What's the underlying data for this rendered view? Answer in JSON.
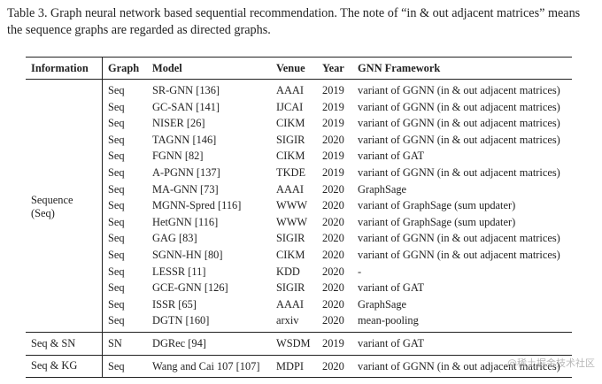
{
  "caption": "Table 3.  Graph neural network based sequential recommendation. The note of “in & out adjacent matrices” means the sequence graphs are regarded as directed graphs.",
  "headers": {
    "information": "Information",
    "graph": "Graph",
    "model": "Model",
    "venue": "Venue",
    "year": "Year",
    "framework": "GNN Framework"
  },
  "groups": [
    {
      "info_line1": "Sequence",
      "info_line2": "(Seq)",
      "rows": [
        {
          "graph": "Seq",
          "model": "SR-GNN [136]",
          "venue": "AAAI",
          "year": "2019",
          "framework": "variant of GGNN (in & out adjacent matrices)"
        },
        {
          "graph": "Seq",
          "model": "GC-SAN [141]",
          "venue": "IJCAI",
          "year": "2019",
          "framework": "variant of GGNN (in & out adjacent matrices)"
        },
        {
          "graph": "Seq",
          "model": "NISER [26]",
          "venue": "CIKM",
          "year": "2019",
          "framework": "variant of GGNN (in & out adjacent matrices)"
        },
        {
          "graph": "Seq",
          "model": "TAGNN [146]",
          "venue": "SIGIR",
          "year": "2020",
          "framework": "variant of GGNN (in & out adjacent matrices)"
        },
        {
          "graph": "Seq",
          "model": "FGNN [82]",
          "venue": "CIKM",
          "year": "2019",
          "framework": "variant of GAT"
        },
        {
          "graph": "Seq",
          "model": "A-PGNN [137]",
          "venue": "TKDE",
          "year": "2019",
          "framework": "variant of GGNN (in & out adjacent matrices)"
        },
        {
          "graph": "Seq",
          "model": "MA-GNN [73]",
          "venue": "AAAI",
          "year": "2020",
          "framework": "GraphSage"
        },
        {
          "graph": "Seq",
          "model": "MGNN-Spred [116]",
          "venue": "WWW",
          "year": "2020",
          "framework": "variant of GraphSage (sum updater)"
        },
        {
          "graph": "Seq",
          "model": "HetGNN [116]",
          "venue": "WWW",
          "year": "2020",
          "framework": "variant of GraphSage (sum updater)"
        },
        {
          "graph": "Seq",
          "model": "GAG [83]",
          "venue": "SIGIR",
          "year": "2020",
          "framework": "variant of GGNN (in & out adjacent matrices)"
        },
        {
          "graph": "Seq",
          "model": "SGNN-HN [80]",
          "venue": "CIKM",
          "year": "2020",
          "framework": "variant of GGNN (in & out adjacent matrices)"
        },
        {
          "graph": "Seq",
          "model": "LESSR [11]",
          "venue": "KDD",
          "year": "2020",
          "framework": "-"
        },
        {
          "graph": "Seq",
          "model": "GCE-GNN [126]",
          "venue": "SIGIR",
          "year": "2020",
          "framework": "variant of GAT"
        },
        {
          "graph": "Seq",
          "model": "ISSR [65]",
          "venue": "AAAI",
          "year": "2020",
          "framework": "GraphSage"
        },
        {
          "graph": "Seq",
          "model": "DGTN [160]",
          "venue": "arxiv",
          "year": "2020",
          "framework": "mean-pooling"
        }
      ]
    },
    {
      "info_line1": "Seq & SN",
      "info_line2": "",
      "rows": [
        {
          "graph": "SN",
          "model": "DGRec [94]",
          "venue": "WSDM",
          "year": "2019",
          "framework": "variant of GAT"
        }
      ]
    },
    {
      "info_line1": "Seq & KG",
      "info_line2": "",
      "rows": [
        {
          "graph": "Seq",
          "model": "Wang and Cai 107 [107]",
          "venue": "MDPI",
          "year": "2020",
          "framework": "variant of GGNN (in & out adjacent matrices)"
        }
      ]
    }
  ],
  "watermark": "@稀土掘金技术社区"
}
